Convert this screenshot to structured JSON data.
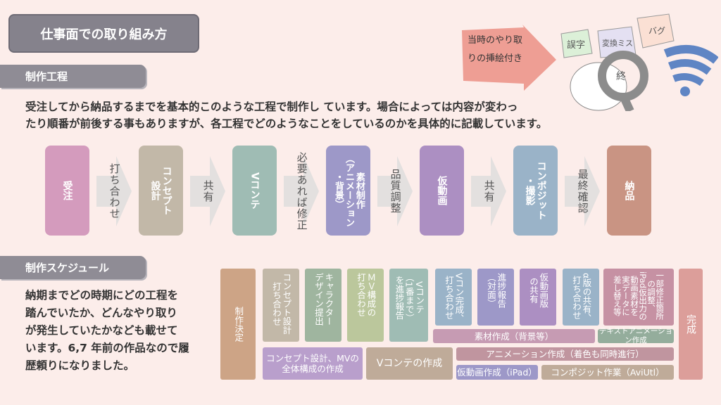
{
  "title": "仕事面での取り組み方",
  "sections": {
    "process": "制作工程",
    "schedule": "制作スケジュール"
  },
  "process_desc": [
    "受注してから納品するまでを基本的このような工程で制作し ています。場合によっては内容が変わっ",
    "たり順番が前後する事もありますが、各工程でどのようなことをしているのかを具体的に記載しています。"
  ],
  "process_steps": [
    {
      "label": "受注",
      "color": "#d49bbd"
    },
    {
      "label": "コンセプト\n設計",
      "color": "#c2b8a8"
    },
    {
      "label": "Vコンテ",
      "color": "#9fbcb4"
    },
    {
      "label": "素材制作\n（アニメーション\n・背景）",
      "color": "#9d98c8"
    },
    {
      "label": "仮動画",
      "color": "#ac8fc2"
    },
    {
      "label": "コンポジット\n・撮影",
      "color": "#9ab3c8"
    },
    {
      "label": "納品",
      "color": "#c99483"
    }
  ],
  "process_arrows": [
    "打ち合わせ",
    "共有",
    "必要あれば修正",
    "品質調整",
    "共有",
    "最終確認"
  ],
  "callout": {
    "text": "当時のやり取\nりの挿絵付き",
    "color": "#ee9e94"
  },
  "illustration_words": [
    "誤字",
    "変換ミス",
    "バグ",
    "終"
  ],
  "schedule_desc": [
    "納期までどの時期にどの工程を",
    "踏んでいたか、どんなやり取り",
    "が発生していたかなども載せて",
    "います。6,7 年前の作品なので履",
    "歴頼りになりました。"
  ],
  "schedule": {
    "start": "制作決定",
    "end": "完成",
    "milestones": [
      "コンセプト設計\n打ち合わせ",
      "キャラクター\nデザイン提出",
      "ＭＶ構成の\n打ち合わせ",
      "Vコンテ\n（1番まで）\nを進捗報告",
      "Vコン完成、\n打ち合わせ",
      "進捗報告\n（対面）",
      "仮動画版\nの共有",
      "α版の共有、\n打ち合わせ",
      "一部修正箇所\nの調整、\niPad仮出力の\n動画素材を\n実データに\n差し替え等"
    ],
    "tasks": [
      "素材作成（背景等）",
      "テキストアニメーション作成",
      "コンセプト設計、MVの\n全体構成の作成",
      "Vコンテの作成",
      "アニメーション作成（着色も同時進行）",
      "仮動画作成（iPad）",
      "コンポジット作業（AviUtl）"
    ]
  }
}
